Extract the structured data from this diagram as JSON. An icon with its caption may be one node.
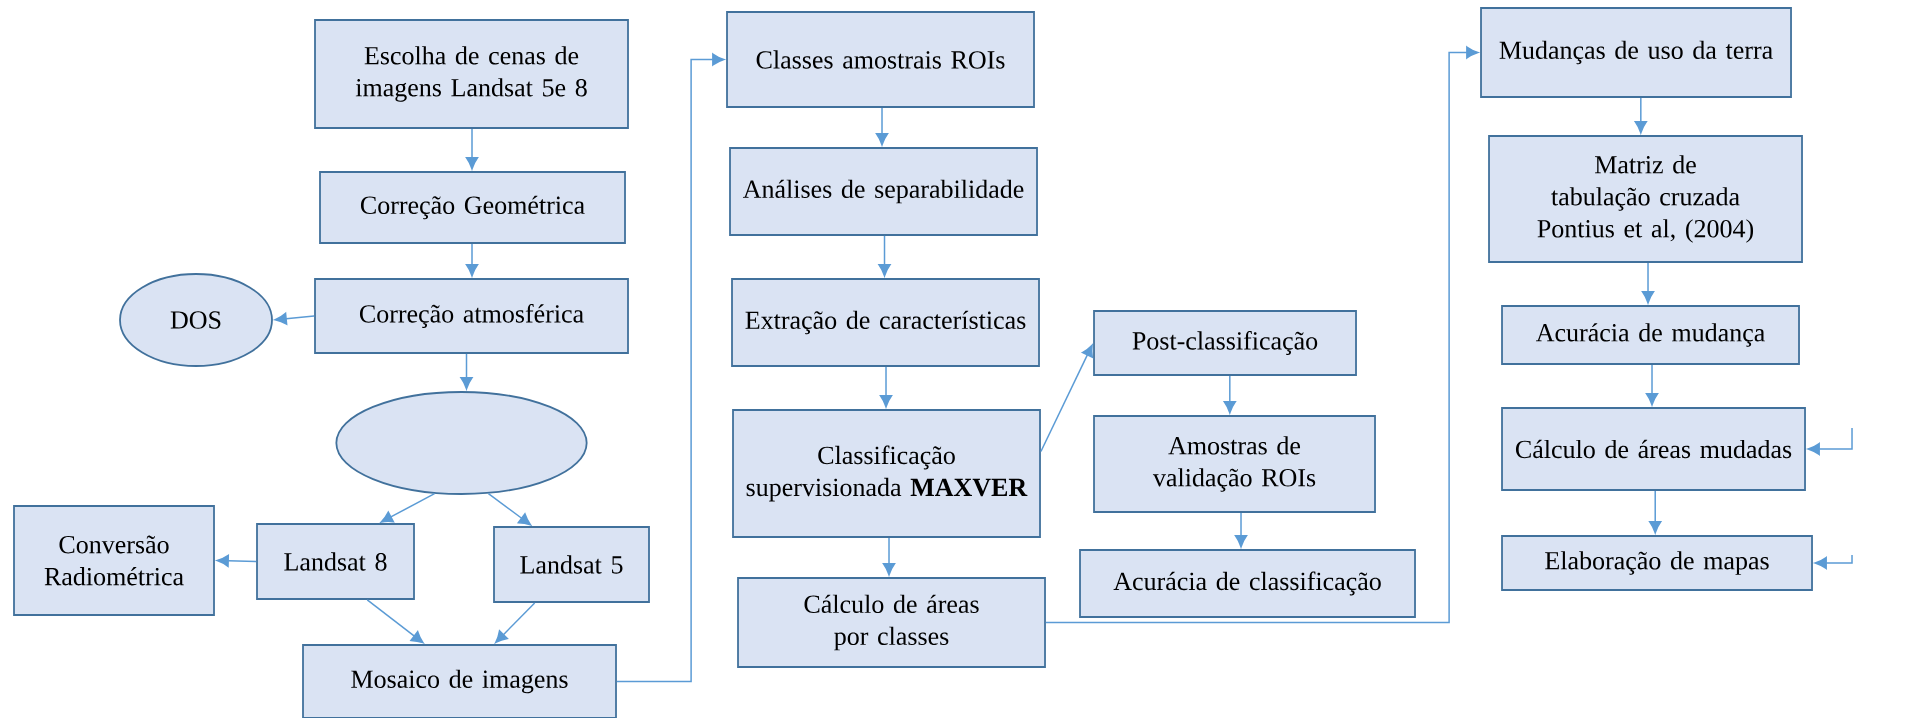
{
  "diagram": {
    "nodes": [
      {
        "text": [
          "Escolha de cenas de imagens Landsat 5e 8"
        ]
      },
      {
        "text": [
          "Correção Geométrica"
        ]
      },
      {
        "text": [
          "DOS"
        ]
      },
      {
        "text": [
          "Correção atmosférica"
        ]
      },
      {
        "text": [],
        "shape": "ellipse"
      },
      {
        "text": [
          "Conversão Radiométrica"
        ]
      },
      {
        "text": [
          "Landsat 8"
        ]
      },
      {
        "text": [
          "Landsat 5"
        ]
      },
      {
        "text": [
          "Mosaico de imagens"
        ]
      },
      {
        "text": [
          "Classes amostrais ROIs"
        ]
      },
      {
        "text": [
          "Análises de separabilidade"
        ]
      },
      {
        "text": [
          "Extração de características"
        ]
      },
      {
        "text": [
          "Classificação supervisionada **MAXVER**"
        ]
      },
      {
        "text": [
          "Cálculo de áreas por classes"
        ]
      },
      {
        "text": [
          "Post-classificação"
        ]
      },
      {
        "text": [
          "Amostras de validação ROIs"
        ]
      },
      {
        "text": [
          "Acurácia de classificação"
        ]
      },
      {
        "text": [
          "Mudanças de uso da terra"
        ]
      },
      {
        "text": [
          "Matriz de tabulação cruzada",
          "Pontius et al, (2004)"
        ]
      },
      {
        "text": [
          "Acurácia de mudança"
        ]
      },
      {
        "text": [
          "Cálculo de áreas mudadas"
        ]
      },
      {
        "text": [
          "Elaboração de mapas"
        ]
      }
    ],
    "edges": [
      {
        "from": 0,
        "to": 1,
        "arrow": "to"
      },
      {
        "from": 1,
        "to": 3,
        "arrow": "to"
      },
      {
        "from": 3,
        "to": 2,
        "arrow": "to"
      },
      {
        "from": 3,
        "to": 4,
        "arrow": "to"
      },
      {
        "from": 4,
        "to": 6,
        "arrow": "to"
      },
      {
        "from": 4,
        "to": 7,
        "arrow": "to"
      },
      {
        "from": 6,
        "to": 5,
        "arrow": "to"
      },
      {
        "from": 6,
        "to": 8,
        "arrow": "to"
      },
      {
        "from": 7,
        "to": 8,
        "arrow": "to"
      },
      {
        "from": 8,
        "to": 9,
        "arrow": "to"
      },
      {
        "from": 9,
        "to": 10,
        "arrow": "to"
      },
      {
        "from": 10,
        "to": 11,
        "arrow": "to"
      },
      {
        "from": 11,
        "to": 12,
        "arrow": "to"
      },
      {
        "from": 12,
        "to": 14,
        "arrow": "to"
      },
      {
        "from": 12,
        "to": 13,
        "arrow": "to"
      },
      {
        "from": 14,
        "to": 15,
        "arrow": "to"
      },
      {
        "from": 15,
        "to": 16,
        "arrow": "to"
      },
      {
        "from": 13,
        "to": 17,
        "arrow": "to"
      },
      {
        "from": 17,
        "to": 18,
        "arrow": "to"
      },
      {
        "from": 18,
        "to": 19,
        "arrow": "to"
      },
      {
        "from": 19,
        "to": 20,
        "arrow": "to"
      },
      {
        "from": 20,
        "to": 21,
        "arrow": "to"
      },
      {
        "from": null,
        "to": 20,
        "arrow": "to"
      },
      {
        "from": null,
        "to": 21,
        "arrow": "to"
      }
    ]
  }
}
